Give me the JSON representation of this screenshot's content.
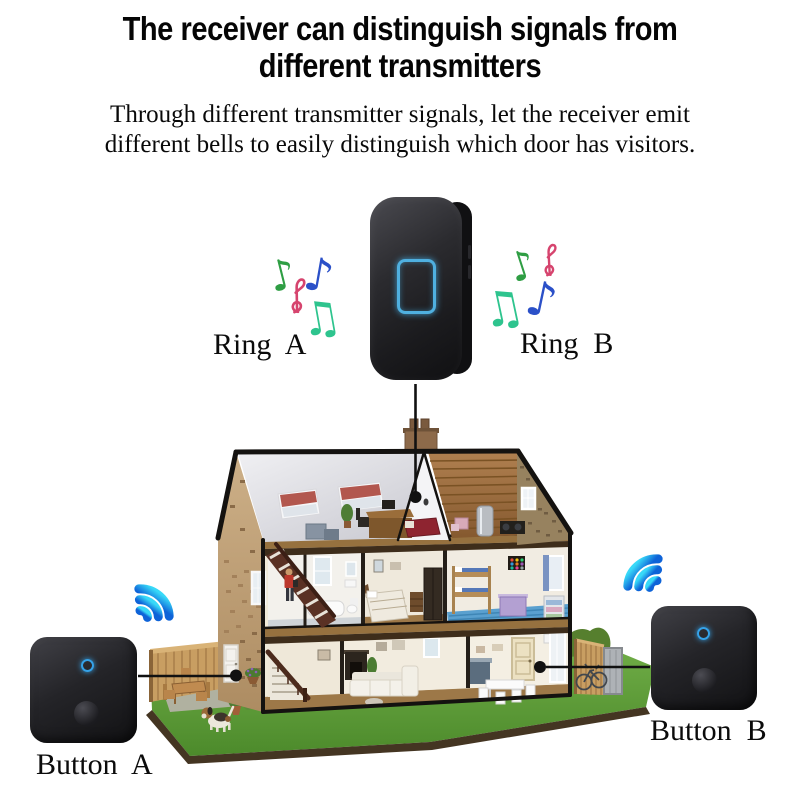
{
  "header": {
    "title_line1": "The receiver can distinguish signals from",
    "title_line2": "different transmitters",
    "subtitle_line1": "Through different transmitter signals, let the receiver emit",
    "subtitle_line2": "different bells to easily distinguish which door has visitors."
  },
  "labels": {
    "ring_a": "Ring  A",
    "ring_b": "Ring  B",
    "button_a": "Button  A",
    "button_b": "Button  B"
  },
  "glyphs": {
    "eighth_note": "♪",
    "beamed_notes": "♫"
  },
  "colors": {
    "accent_blue": "#4fb0e0",
    "wifi_cyan": "#38d9f8",
    "wifi_blue": "#0e63d8",
    "line_black": "#111111",
    "note_green": "#2f9e44",
    "note_mint": "#2ec48e",
    "note_blue": "#2b50c8",
    "note_pink": "#d6446e",
    "device_body": "#232326",
    "brick_tan": "#c5a67e",
    "lawn_green": "#5a9c38"
  },
  "icons": {
    "wifi_left": "wifi-signal-icon",
    "wifi_right": "wifi-signal-icon",
    "receiver_button": "blue-square-button",
    "marker": "black-dot-marker"
  }
}
